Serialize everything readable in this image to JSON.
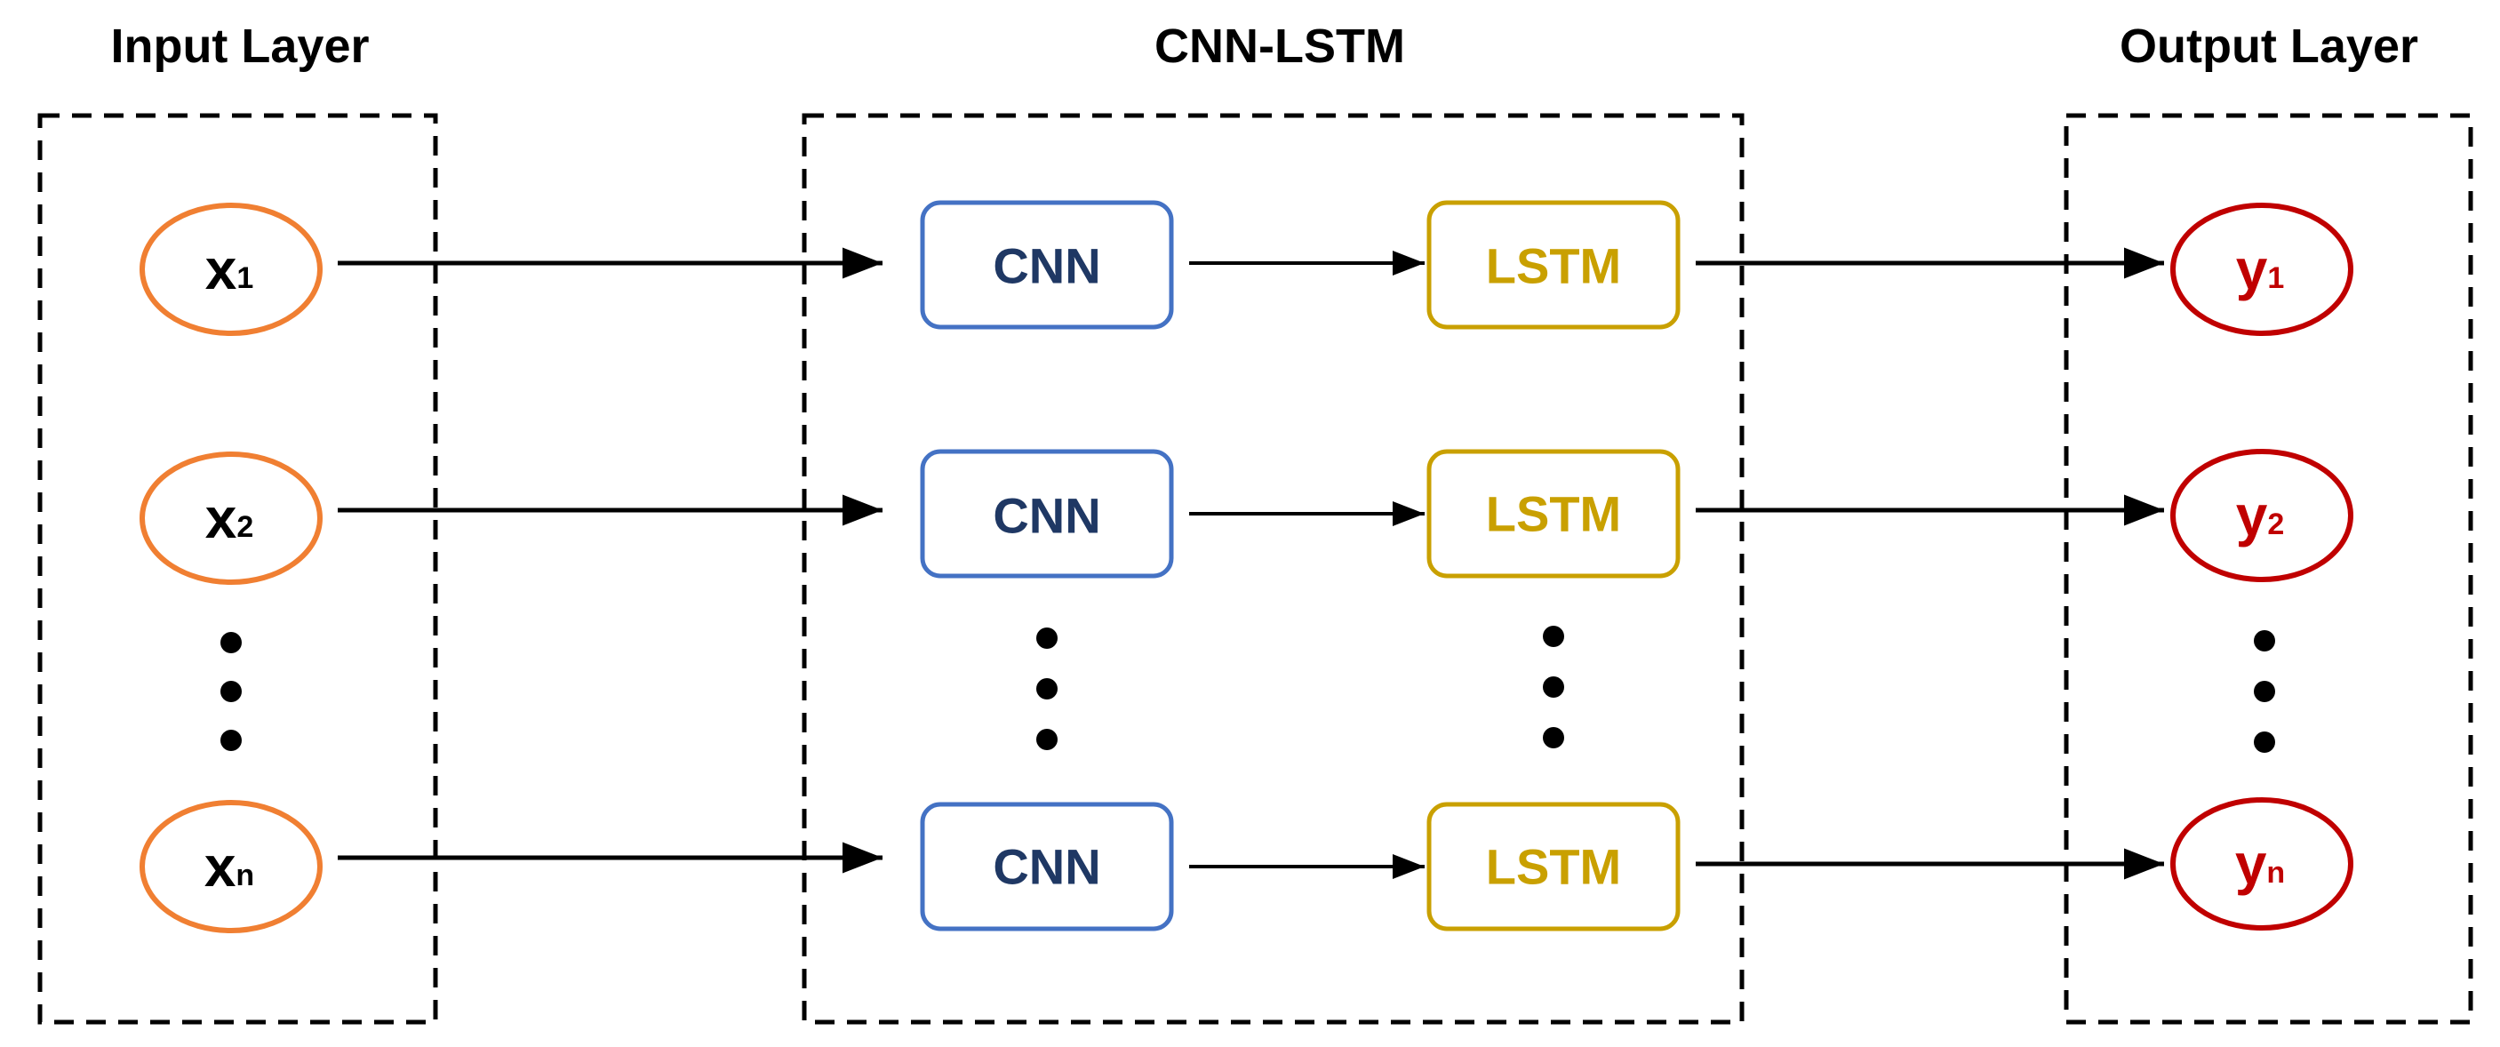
{
  "groups": [
    {
      "id": "input",
      "title": "Input Layer"
    },
    {
      "id": "cnn_lstm",
      "title": "CNN-LSTM"
    },
    {
      "id": "output",
      "title": "Output Layer"
    }
  ],
  "inputs": [
    {
      "base": "x",
      "sub": "1"
    },
    {
      "base": "x",
      "sub": "2"
    },
    {
      "base": "x",
      "sub": "n"
    }
  ],
  "cnn_blocks": [
    "CNN",
    "CNN",
    "CNN"
  ],
  "lstm_blocks": [
    "LSTM",
    "LSTM",
    "LSTM"
  ],
  "outputs": [
    {
      "base": "y",
      "sub": "1"
    },
    {
      "base": "y",
      "sub": "2"
    },
    {
      "base": "y",
      "sub": "n"
    }
  ],
  "colors": {
    "input_node": "#F07F32",
    "output_node": "#C00000",
    "output_text": "#C00000",
    "cnn_border": "#4472C4",
    "cnn_text": "#1F3864",
    "lstm_border": "#C9A000",
    "lstm_text": "#C9A000",
    "line": "#000000"
  }
}
